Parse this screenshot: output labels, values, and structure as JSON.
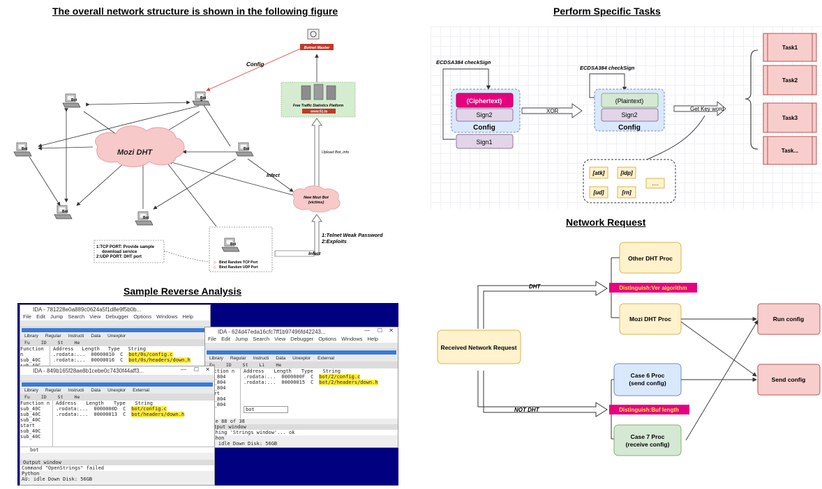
{
  "sections": {
    "network_structure": "The overall network structure is shown in the following figure",
    "perform_tasks": "Perform Specific Tasks",
    "network_request": "Network Request",
    "reverse_analysis": "Sample Reverse Analysis"
  },
  "network": {
    "mozi_dht": "Mozi DHT",
    "bot": "Bot",
    "botnet_master": "Botnet Master",
    "config": "Config",
    "platform": "Free Traffic Statistics Platform",
    "platform_url": "www.51.la",
    "upload": "Upload Bot_info",
    "infect": "Infect",
    "new_bot_line1": "New Mozi Bot",
    "new_bot_line2": "(victims)",
    "telnet_line1": "1:Telnet Weak Password",
    "telnet_line2": "2:Exploits",
    "ports_line1": "1:TCP PORT: Provide sample",
    "ports_line2": "download service",
    "ports_line3": "2:UDP PORT: DHT port",
    "bind_tcp": "Bind Random TCP Port",
    "bind_udp": "Bind Random UDP Port"
  },
  "tasks": {
    "ecdsa1": "ECDSA384 checkSign",
    "ecdsa2": "ECDSA384 checkSign",
    "ciphertext": "(Ciphertext)",
    "sign2_a": "Sign2",
    "config_a": "Config",
    "sign1": "Sign1",
    "xor": "XOR",
    "plaintext": "(Plaintext)",
    "sign2_b": "Sign2",
    "config_b": "Config",
    "get_key_word": "Get Key word",
    "task1": "Task1",
    "task2": "Task2",
    "task3": "Task3",
    "task_more": "Task...",
    "kw_atk": "[atk]",
    "kw_idp": "[idp]",
    "kw_ud": "[ud]",
    "kw_rn": "[rn]",
    "kw_more": "...."
  },
  "request": {
    "received": "Received Network Request",
    "dht": "DHT",
    "not_dht": "NOT DHT",
    "other_dht": "Other DHT Proc",
    "dist_ver": "Distinguish:Ver algorithm",
    "mozi_proc": "Mozi DHT Proc",
    "case6_line1": "Case 6 Proc",
    "case6_line2": "(send config)",
    "dist_buf": "Distinguish:Buf length",
    "case7_line1": "Case 7 Proc",
    "case7_line2": "(receive config)",
    "run_config": "Run config",
    "send_config": "Send config"
  },
  "ida": {
    "win1_title": "IDA - 781228e0a889c0624a5f1d8e9f5b0b...",
    "win2_title": "IDA - 624d47eda16cfc7ff1b97496fd42243...",
    "win3_title": "IDA - 849b165f28ae8b1cebe0c7430f44aff3...",
    "menu": [
      "File",
      "Edit",
      "Jump",
      "Search",
      "View",
      "Debugger",
      "Options",
      "Windows",
      "Help"
    ],
    "legend": [
      "Library",
      "Regular",
      "Instructi",
      "Data",
      "Unexplor",
      "External"
    ],
    "col_address": "Address",
    "col_length": "Length",
    "col_type": "Type",
    "col_string": "String",
    "function_panel": "Function n",
    "functions": [
      "sub_804",
      "sub_804",
      "sub_804",
      "start",
      "sub_804",
      "sub_804"
    ],
    "functions3": [
      "sub_40C",
      "sub_40C",
      "sub_40C",
      "start",
      "sub_40C",
      "sub_40C"
    ],
    "win2_rows": [
      {
        "addr": ".rodata:...",
        "len": "0000000F",
        "type": "C",
        "str": "bot/2/config.c"
      },
      {
        "addr": ".rodata:...",
        "len": "00000015",
        "type": "C",
        "str": "bot/2/headers/down.h"
      }
    ],
    "win1_rows": [
      {
        "addr": ".rodata:...",
        "len": "00000010",
        "type": "C",
        "str": "bot/0s/config.c"
      },
      {
        "addr": ".rodata:...",
        "len": "00000016",
        "type": "C",
        "str": "bot/0s/headers/down.h"
      }
    ],
    "win3_rows": [
      {
        "addr": ".rodata:...",
        "len": "0000000D",
        "type": "C",
        "str": "bot/config.c"
      },
      {
        "addr": ".rodata:...",
        "len": "00000013",
        "type": "C",
        "str": "bot/headers/down.h"
      }
    ],
    "search_bot": "bot",
    "line_info": "Line 88 of 38",
    "output_window": "Output window",
    "caching": "Caching 'Strings window'... ok",
    "openstrings": "Command \"OpenStrings\" failed",
    "python": "Python",
    "status": "AU:  idle    Down    Disk: 56GB"
  },
  "colors": {
    "mozi_fill": "#f7c9c9",
    "task_fill": "#f8cecc",
    "task_border": "#b85450",
    "yellow_fill": "#fff2cc",
    "yellow_border": "#d6b656",
    "blue_fill": "#dae8fc",
    "blue_border": "#6c8ebf",
    "green_fill": "#d5e8d4",
    "green_border": "#82b366",
    "magenta": "#e6007e",
    "ida_bg": "#000080",
    "highlight": "#ffeb3b"
  }
}
